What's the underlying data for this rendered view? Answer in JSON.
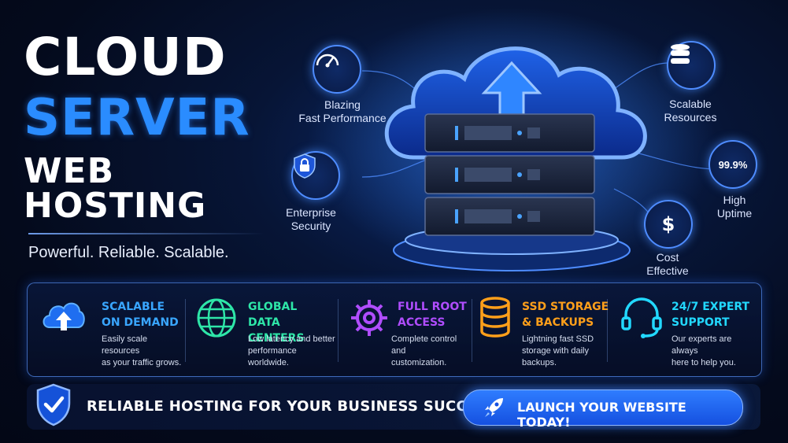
{
  "hero": {
    "line1": "CLOUD",
    "line2": "SERVER",
    "line3": "WEB HOSTING",
    "tagline": "Powerful. Reliable. Scalable."
  },
  "callouts": {
    "performance": "Blazing\nFast Performance",
    "security": "Enterprise\nSecurity",
    "resources": "Scalable\nResources",
    "uptime": "High\nUptime",
    "uptime_value": "99.9%",
    "cost": "Cost\nEffective",
    "cost_symbol": "$"
  },
  "features": [
    {
      "title": "SCALABLE\nON DEMAND",
      "desc": "Easily scale resources\nas your traffic grows.",
      "color": "#39a6ff",
      "icon": "cloud-upload-icon"
    },
    {
      "title": "GLOBAL\nDATA CENTERS",
      "desc": "Low latency and better\nperformance worldwide.",
      "color": "#2ee6a8",
      "icon": "globe-icon"
    },
    {
      "title": "FULL ROOT\nACCESS",
      "desc": "Complete control and\ncustomization.",
      "color": "#b04dff",
      "icon": "gear-icon"
    },
    {
      "title": "SSD STORAGE\n& BACKUPS",
      "desc": "Lightning fast SSD\nstorage with daily\nbackups.",
      "color": "#ff9f1a",
      "icon": "database-icon"
    },
    {
      "title": "24/7 EXPERT\nSUPPORT",
      "desc": "Our experts are always\nhere to help you.",
      "color": "#22d8ff",
      "icon": "headset-icon"
    }
  ],
  "bottom": {
    "statement": "RELIABLE HOSTING FOR YOUR BUSINESS SUCCESS",
    "cta_label": "LAUNCH YOUR WEBSITE TODAY!"
  },
  "colors": {
    "accent_blue": "#2a8cff",
    "background": "#040a1c"
  }
}
